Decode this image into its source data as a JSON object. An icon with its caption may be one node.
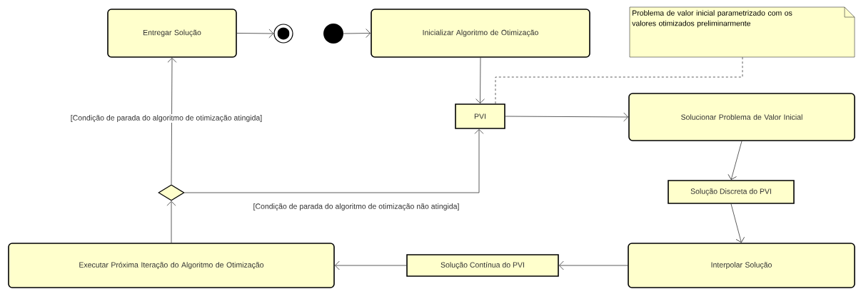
{
  "diagram": {
    "nodes": [
      {
        "text": [
          "Entregar Solução"
        ]
      },
      {
        "text": [],
        "shape": "bullseye"
      },
      {
        "text": [],
        "shape": "circle"
      },
      {
        "text": [
          "Inicializar Algoritmo de Otimização"
        ]
      },
      {
        "text": [
          "Problema de valor inicial parametrizado com os valores otimizados preliminarmente"
        ]
      },
      {
        "text": [
          "PVI"
        ]
      },
      {
        "text": [
          "Solucionar Problema de Valor Inicial"
        ]
      },
      {
        "text": [
          "Solução Discreta do PVI"
        ]
      },
      {
        "text": [
          "Interpolar Solução"
        ]
      },
      {
        "text": [
          "Solução Contínua do PVI"
        ]
      },
      {
        "text": [
          "Executar Próxima Iteração do Algoritmo de Otimização"
        ]
      },
      {
        "text": [],
        "shape": "diamond"
      }
    ],
    "edges": [
      {
        "from": 0,
        "to": 1,
        "arrow": "to"
      },
      {
        "from": 2,
        "to": 3,
        "arrow": "to"
      },
      {
        "from": 3,
        "to": 5,
        "arrow": "to"
      },
      {
        "from": 4,
        "to": 5,
        "arrow": "none",
        "style": "dashed"
      },
      {
        "from": 5,
        "to": 6,
        "arrow": "to"
      },
      {
        "from": 6,
        "to": 7,
        "arrow": "to"
      },
      {
        "from": 7,
        "to": 8,
        "arrow": "to"
      },
      {
        "from": 8,
        "to": 9,
        "arrow": "to"
      },
      {
        "from": 9,
        "to": 10,
        "arrow": "to"
      },
      {
        "from": 10,
        "to": 11,
        "arrow": "to"
      },
      {
        "from": 11,
        "to": 0,
        "arrow": "to",
        "label": "[Condição de parada do algoritmo de otimização atingida]"
      },
      {
        "from": 11,
        "to": 5,
        "arrow": "to",
        "label": "[Condição de parada do algoritmo de otimização não atingida]"
      }
    ]
  }
}
